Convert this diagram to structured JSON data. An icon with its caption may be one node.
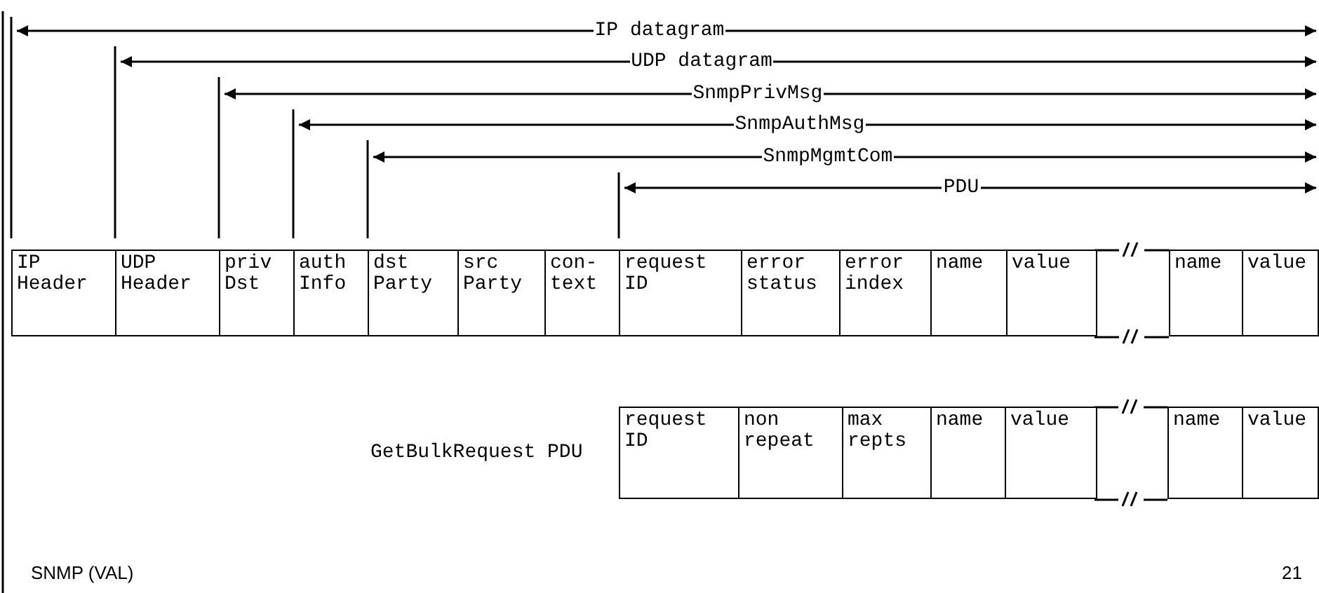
{
  "diagram": {
    "nodes": [
      {
        "text": [
          "IP Header"
        ]
      },
      {
        "text": [
          "UDP Header"
        ]
      },
      {
        "text": [
          "priv Dst"
        ]
      },
      {
        "text": [
          "auth Info"
        ]
      },
      {
        "text": [
          "dst Party"
        ]
      },
      {
        "text": [
          "src Party"
        ]
      },
      {
        "text": [
          "con- text"
        ]
      },
      {
        "text": [
          "request ID"
        ]
      },
      {
        "text": [
          "error status"
        ]
      },
      {
        "text": [
          "error index"
        ]
      },
      {
        "text": [
          "name"
        ]
      },
      {
        "text": [
          "value"
        ]
      },
      {
        "text": [
          "name"
        ]
      },
      {
        "text": [
          "value"
        ]
      },
      {
        "text": [
          "request ID"
        ]
      },
      {
        "text": [
          "non repeat"
        ]
      },
      {
        "text": [
          "max repts"
        ]
      },
      {
        "text": [
          "name"
        ]
      },
      {
        "text": [
          "value"
        ]
      },
      {
        "text": [
          "name"
        ]
      },
      {
        "text": [
          "value"
        ]
      }
    ],
    "labels": [
      "IP datagram",
      "UDP datagram",
      "SnmpPrivMsg",
      "SnmpAuthMsg",
      "SnmpMgmtCom",
      "PDU",
      "GetBulkRequest PDU",
      "SNMP (VAL)",
      "21"
    ]
  }
}
